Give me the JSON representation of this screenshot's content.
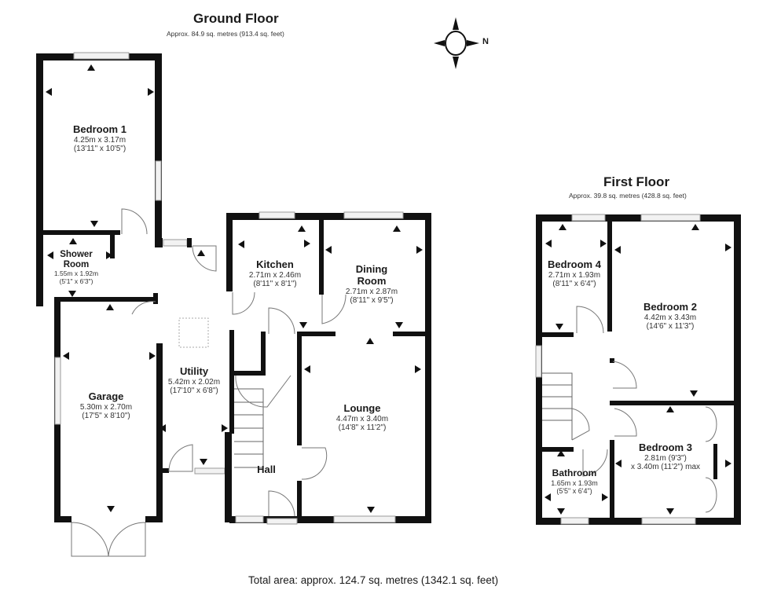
{
  "ground_floor": {
    "title": "Ground Floor",
    "area": "Approx. 84.9 sq. metres (913.4 sq. feet)",
    "rooms": [
      {
        "name": "Bedroom 1",
        "dim_m": "4.25m x 3.17m",
        "dim_ft": "(13'11\" x 10'5\")"
      },
      {
        "name": "Shower",
        "name2": "Room",
        "dim_m": "1.55m x 1.92m",
        "dim_ft": "(5'1\" x 6'3\")"
      },
      {
        "name": "Kitchen",
        "dim_m": "2.71m x 2.46m",
        "dim_ft": "(8'11\" x 8'1\")"
      },
      {
        "name": "Dining",
        "name2": "Room",
        "dim_m": "2.71m x 2.87m",
        "dim_ft": "(8'11\" x 9'5\")"
      },
      {
        "name": "Garage",
        "dim_m": "5.30m x 2.70m",
        "dim_ft": "(17'5\" x 8'10\")"
      },
      {
        "name": "Utility",
        "dim_m": "5.42m x 2.02m",
        "dim_ft": "(17'10\" x 6'8\")"
      },
      {
        "name": "Lounge",
        "dim_m": "4.47m x 3.40m",
        "dim_ft": "(14'8\" x 11'2\")"
      },
      {
        "name": "Hall"
      }
    ]
  },
  "first_floor": {
    "title": "First Floor",
    "area": "Approx. 39.8 sq. metres (428.8 sq. feet)",
    "rooms": [
      {
        "name": "Bedroom 4",
        "dim_m": "2.71m x 1.93m",
        "dim_ft": "(8'11\" x 6'4\")"
      },
      {
        "name": "Bedroom 2",
        "dim_m": "4.42m x 3.43m",
        "dim_ft": "(14'6\" x 11'3\")"
      },
      {
        "name": "Bedroom 3",
        "dim_m": "2.81m (9'3\")",
        "dim_ft": "x 3.40m (11'2\") max"
      },
      {
        "name": "Bathroom",
        "dim_m": "1.65m x 1.93m",
        "dim_ft": "(5'5\" x 6'4\")"
      }
    ]
  },
  "compass": {
    "icon": "compass-rose-icon",
    "label": "N"
  },
  "footer": {
    "total_area": "Total area: approx. 124.7 sq. metres (1342.1 sq. feet)"
  },
  "colors": {
    "wall": "#111111",
    "background": "#ffffff",
    "text": "#1a1a1a"
  }
}
